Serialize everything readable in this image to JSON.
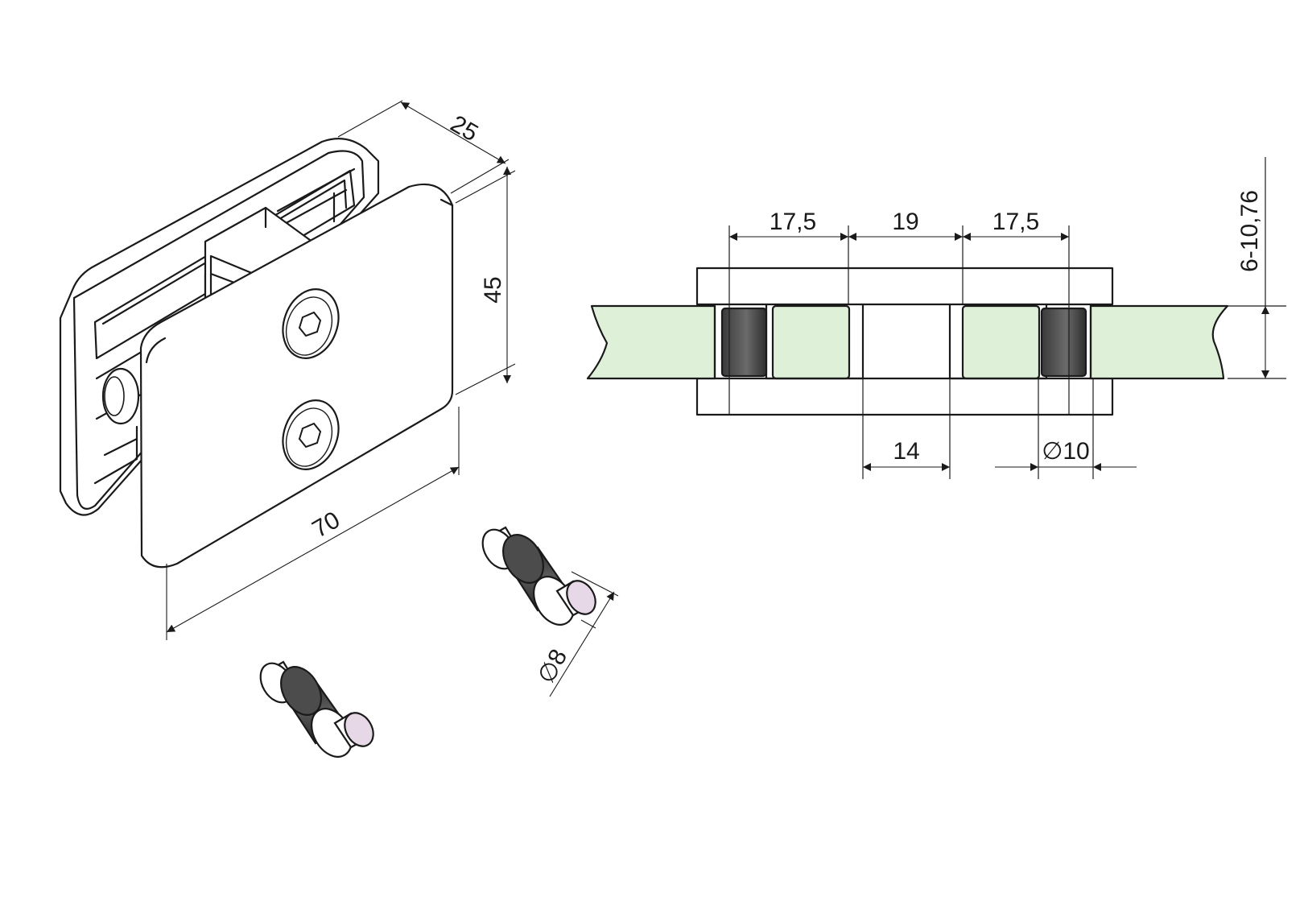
{
  "colors": {
    "line": "#1a1a1a",
    "glass": "#dff0d8",
    "rubber": "#555555",
    "pin_face": "#e6d8e6"
  },
  "dimensions": {
    "iso_depth": "25",
    "iso_height": "45",
    "iso_length": "70",
    "pin_diameter": "∅8",
    "sect_gap_left": "17,5",
    "sect_center": "19",
    "sect_gap_right": "17,5",
    "sect_glass_thickness": "6-10,76",
    "sect_slot": "14",
    "sect_bore": "∅10"
  }
}
